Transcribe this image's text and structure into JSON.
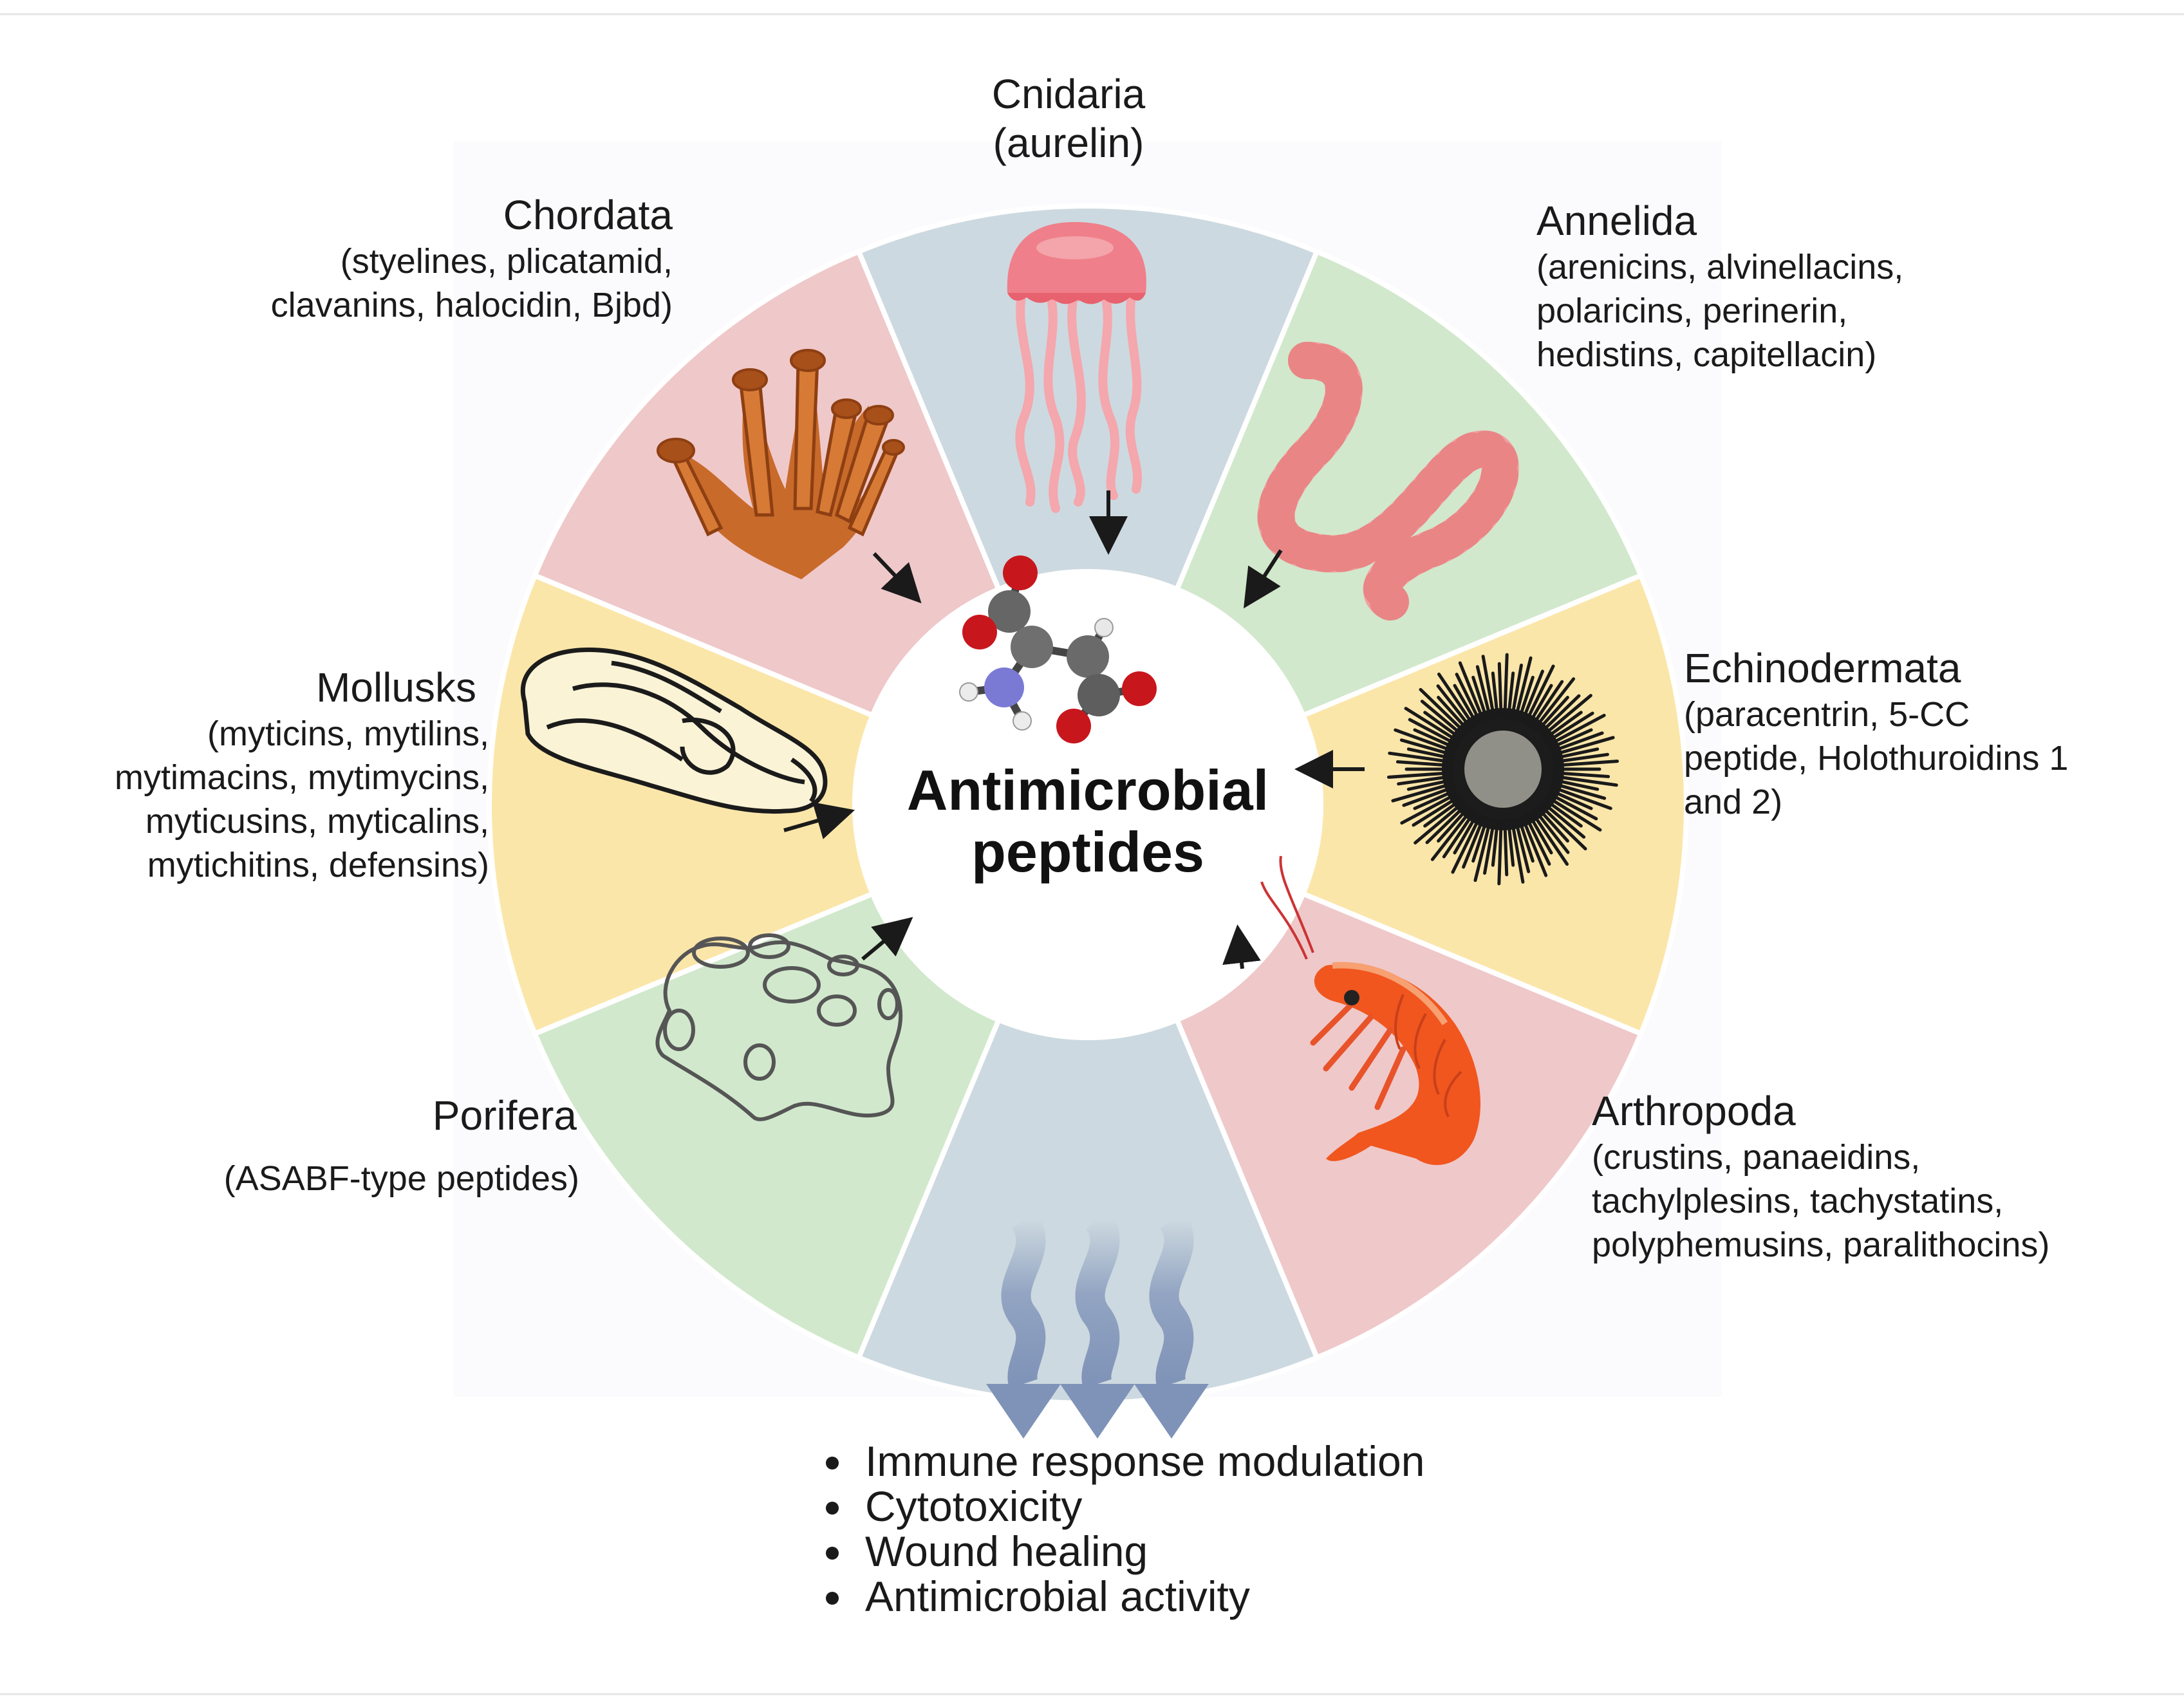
{
  "center": {
    "line1": "Antimicrobial",
    "line2": "peptides"
  },
  "groups": {
    "cnidaria": {
      "name": "Cnidaria",
      "desc": "(aurelin)"
    },
    "annelida": {
      "name": "Annelida",
      "desc": "(arenicins, alvinellacins,\npolaricins, perinerin,\nhedistins, capitellacin)"
    },
    "echinodermata": {
      "name": "Echinodermata",
      "desc": "(paracentrin, 5-CC\npeptide, Holothuroidins 1\nand 2)"
    },
    "arthropoda": {
      "name": "Arthropoda",
      "desc": "(crustins, panaeidins,\ntachylplesins, tachystatins,\npolyphemusins, paralithocins)"
    },
    "porifera": {
      "name": "Porifera",
      "desc": "(ASABF-type peptides)"
    },
    "mollusks": {
      "name": "Mollusks",
      "desc": "(myticins, mytilins,\nmytimacins, mytimycins,\nmyticusins, myticalins,\nmytichitins, defensins)"
    },
    "chordata": {
      "name": "Chordata",
      "desc": "(styelines, plicatamid,\nclavanins, halocidin, Bjbd)"
    }
  },
  "effects": [
    "Immune response modulation",
    "Cytotoxicity",
    "Wound healing",
    "Antimicrobial activity"
  ],
  "icons": [
    "jellyfish-icon",
    "worm-icon",
    "sea-urchin-icon",
    "shrimp-icon",
    "sponge-icon",
    "oyster-icon",
    "tube-coral-icon",
    "molecule-icon",
    "wavy-arrow-icon"
  ],
  "colors": {
    "blue_segment": "#cdd9e0",
    "green_segment": "#d1e8cc",
    "yellow_segment": "#fbe6aa",
    "pink_segment": "#efc8ca",
    "arrow": "#7f93b8"
  }
}
